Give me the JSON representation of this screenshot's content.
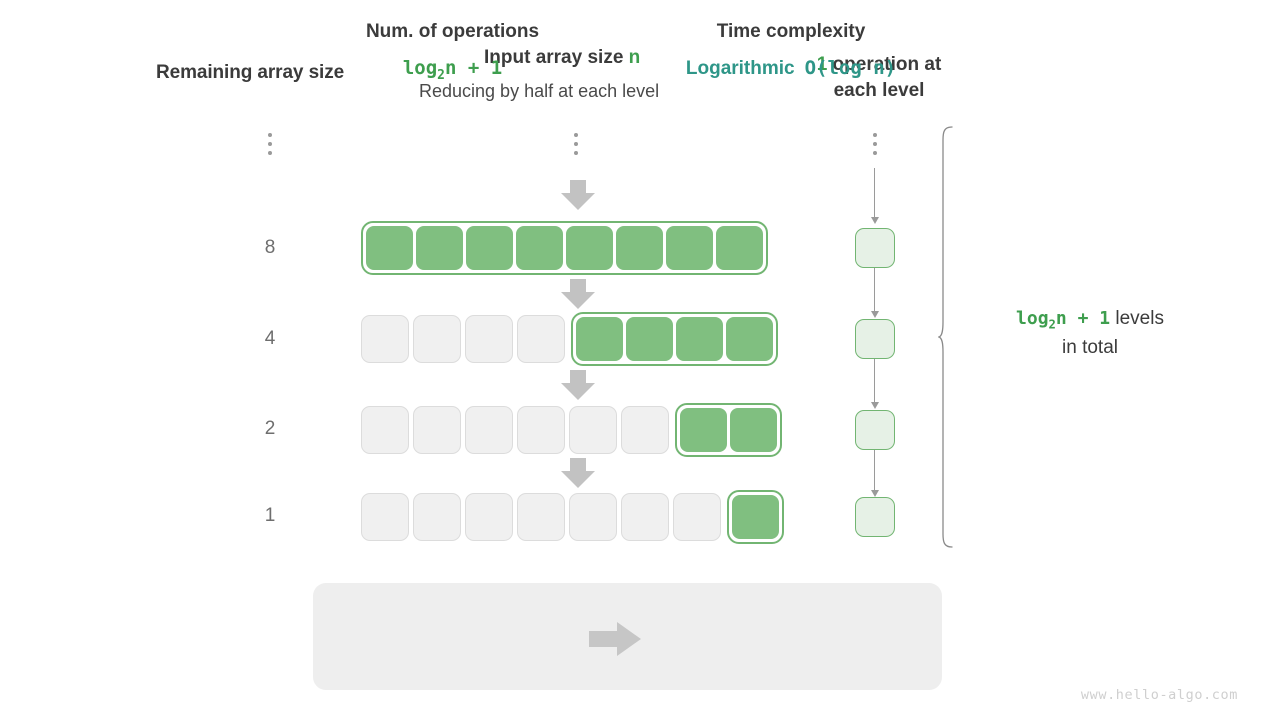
{
  "headers": {
    "left": "Remaining array size",
    "mid_main_prefix": "Input array size ",
    "mid_main_var": "n",
    "mid_sub": "Reducing by half at each level",
    "right_num": "1",
    "right_rest": " operation at each level"
  },
  "ellipsis_icon": "vertical-ellipsis",
  "levels": [
    {
      "label": "8",
      "total_cells": 8,
      "active_cells": 8
    },
    {
      "label": "4",
      "total_cells": 8,
      "active_cells": 4
    },
    {
      "label": "2",
      "total_cells": 8,
      "active_cells": 2
    },
    {
      "label": "1",
      "total_cells": 8,
      "active_cells": 1
    }
  ],
  "brace_note": {
    "formula": "log",
    "formula_sub": "2",
    "formula_rest": "n + 1",
    "text_after": "  levels",
    "line2": "in total"
  },
  "summary": {
    "left_title": "Num. of operations",
    "left_value_mono": "log",
    "left_value_sub": "2",
    "left_value_rest": "n + 1",
    "right_title": "Time complexity",
    "right_value_word": "Logarithmic",
    "right_value_mono": "O(log n)",
    "arrow_icon": "right-arrow-icon"
  },
  "watermark": "www.hello-algo.com",
  "colors": {
    "active_cell": "#80bf80",
    "active_border": "#72b572",
    "inactive_cell": "#f0f0f0",
    "inactive_border": "#dcdcdc",
    "op_box_fill": "#e6f1e6",
    "green_text": "#3e9e4e",
    "teal_text": "#2e9688",
    "arrow_gray": "#c2c2c2",
    "panel_bg": "#eeeeee"
  }
}
